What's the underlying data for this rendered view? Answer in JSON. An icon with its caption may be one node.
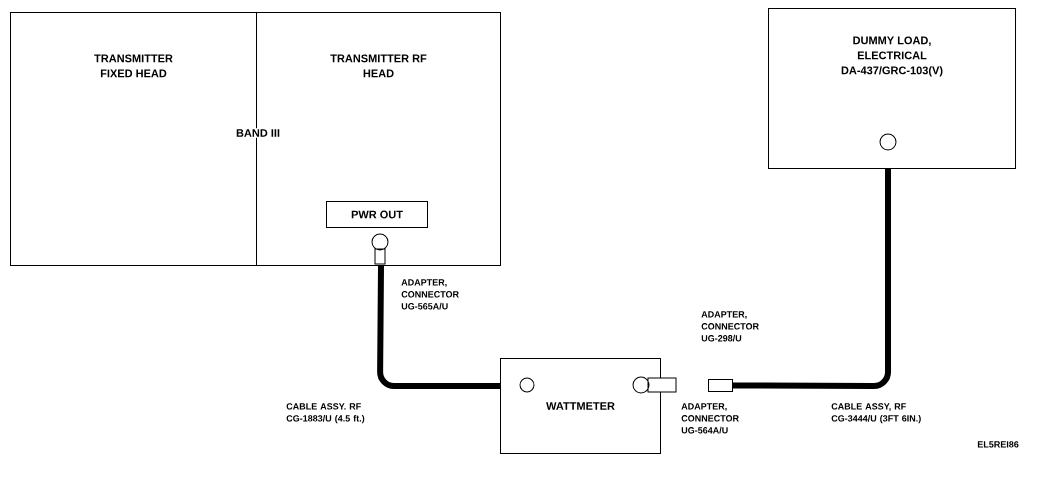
{
  "diagram": {
    "nodes": [
      {
        "text": [
          "TRANSMITTER FIXED HEAD"
        ]
      },
      {
        "text": [
          "TRANSMITTER RF HEAD"
        ]
      },
      {
        "text": [
          "PWR OUT"
        ],
        "in": 1
      },
      {
        "text": [
          "WATTMETER"
        ]
      },
      {
        "text": [
          "DUMMY LOAD, ELECTRICAL DA-437/GRC-103(V)"
        ]
      },
      {
        "text": [],
        "shape": "box"
      }
    ],
    "edges": [
      {
        "from": 1,
        "to": 3,
        "arrow": "none"
      },
      {
        "from": 5,
        "to": 4,
        "arrow": "none"
      }
    ],
    "labels": [
      "BAND III",
      "ADAPTER, CONNECTOR UG-565A/U",
      "ADAPTER, CONNECTOR UG-298/U",
      "CABLE ASSY. RF CG-1883/U (4.5 ft.)",
      "ADAPTER, CONNECTOR UG-564A/U",
      "CABLE ASSY, RF CG-3444/U (3FT 6IN.)",
      "EL5REI86"
    ]
  }
}
